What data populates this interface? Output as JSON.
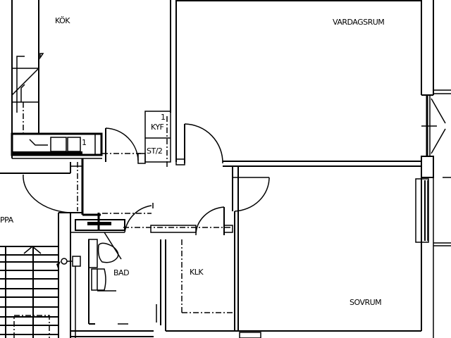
{
  "plan": {
    "rooms": [
      {
        "id": "kok",
        "label": "KÖK"
      },
      {
        "id": "vardagsrum",
        "label": "VARDAGSRUM"
      },
      {
        "id": "kyf",
        "label": "KYF"
      },
      {
        "id": "st",
        "label": "ST/2"
      },
      {
        "id": "trappa",
        "label": "PPA"
      },
      {
        "id": "bad",
        "label": "BAD"
      },
      {
        "id": "klk",
        "label": "KLK"
      },
      {
        "id": "sovrum",
        "label": "SOVRUM"
      }
    ],
    "annotations": {
      "tap_mark_1": "1",
      "tap_mark_2": "1"
    },
    "colors": {
      "line": "#000000",
      "background": "#ffffff"
    }
  }
}
